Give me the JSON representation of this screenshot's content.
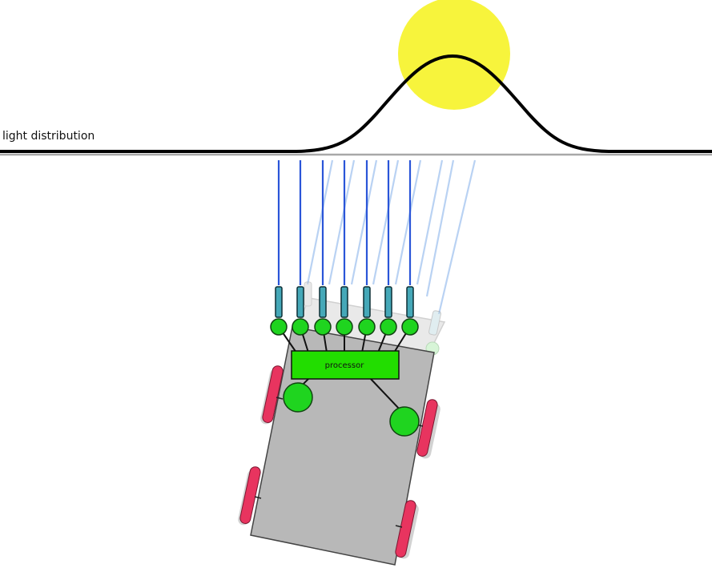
{
  "labels": {
    "light_distribution": "light distribution",
    "processor": "processor"
  },
  "colors": {
    "background": "#ffffff",
    "sun": "#f7f43c",
    "curve": "#000000",
    "horizon": "#a0a0a0",
    "ray_active": "#2a55d8",
    "ray_ghost": "#b9d2f3",
    "sensor_body": "#45a8b8",
    "node": "#1fd41f",
    "node_stroke": "#114411",
    "processor": "#22dd00",
    "chassis": "#b8b8b8",
    "chassis_stroke": "#444444",
    "wheel": "#e8345f",
    "wheel_shadow": "#cfcfcf"
  },
  "scene": {
    "active_sensor_count": 7,
    "ghost_sensor_count": 8,
    "icons": [
      "sun-icon",
      "robot-vehicle-icon",
      "light-sensor-icon",
      "wheel-icon"
    ]
  }
}
